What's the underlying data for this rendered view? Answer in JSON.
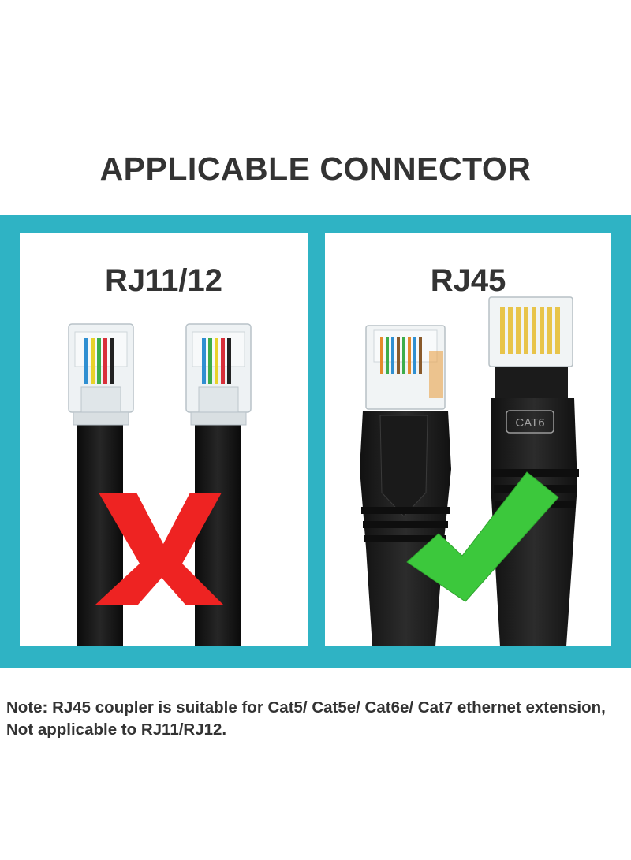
{
  "title": "APPLICABLE CONNECTOR",
  "panels": {
    "left": {
      "label": "RJ11/12",
      "status": "not-applicable",
      "mark_icon": "cross-icon",
      "mark_color": "#ee2322"
    },
    "right": {
      "label": "RJ45",
      "status": "applicable",
      "mark_icon": "check-icon",
      "mark_color": "#3cc83c",
      "cable_print": "CAT6"
    }
  },
  "note": "Note: RJ45 coupler is suitable for Cat5/ Cat5e/ Cat6e/ Cat7 ethernet extension, Not applicable to RJ11/RJ12.",
  "colors": {
    "frame": "#2fb3c4",
    "text": "#333333"
  }
}
